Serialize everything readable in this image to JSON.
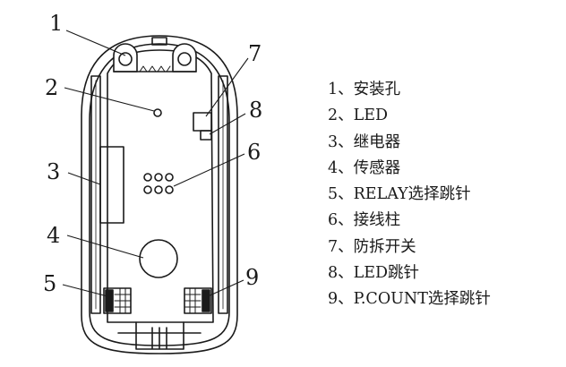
{
  "diagram": {
    "callouts": [
      "1",
      "2",
      "3",
      "4",
      "5",
      "6",
      "7",
      "8",
      "9"
    ]
  },
  "legend": {
    "items": [
      "1、安装孔",
      "2、LED",
      "3、继电器",
      "4、传感器",
      "5、RELAY选择跳针",
      "6、接线柱",
      "7、防拆开关",
      "8、LED跳针",
      "9、P.COUNT选择跳针"
    ]
  }
}
